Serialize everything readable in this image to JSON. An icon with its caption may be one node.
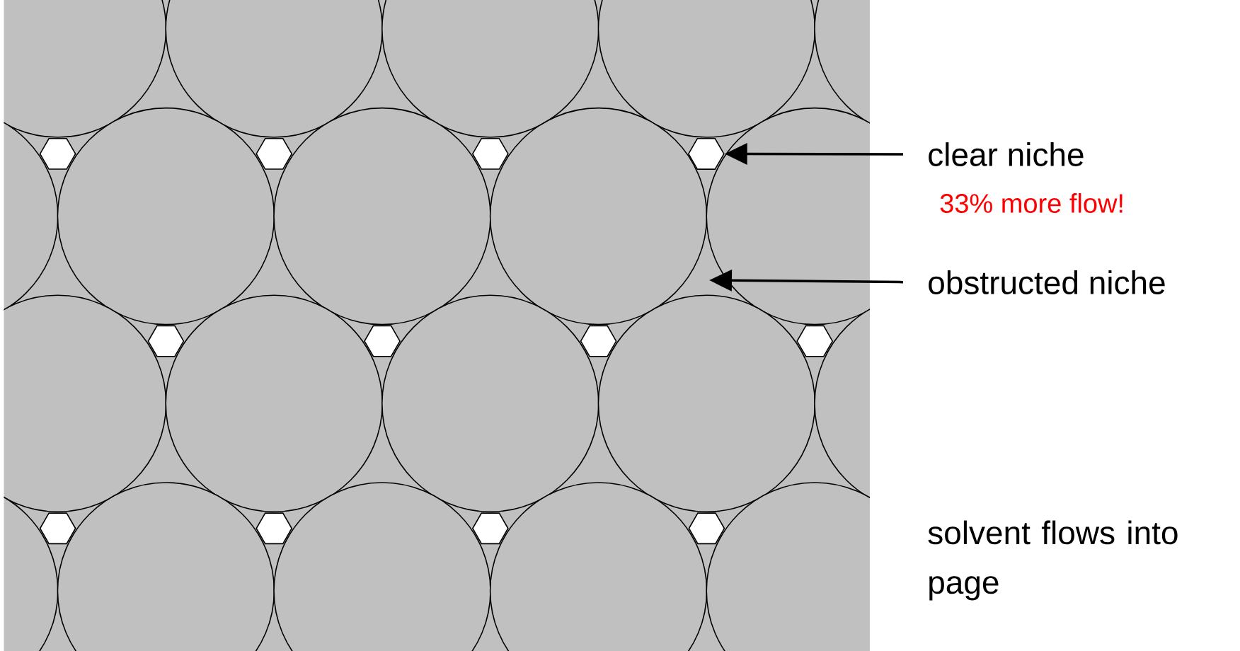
{
  "diagram": {
    "nodes": [
      {
        "text": [
          "clear niche"
        ],
        "beside": [
          "33% more flow!"
        ]
      },
      {
        "text": [],
        "shape": "hexagon"
      },
      {
        "text": [
          "obstructed niche"
        ]
      }
    ],
    "edges": [
      {
        "from": 0,
        "to": 1,
        "arrow": "to"
      },
      {
        "from": 2,
        "to": null,
        "arrow": "to"
      }
    ],
    "labels": [
      "solvent flows into page"
    ]
  }
}
